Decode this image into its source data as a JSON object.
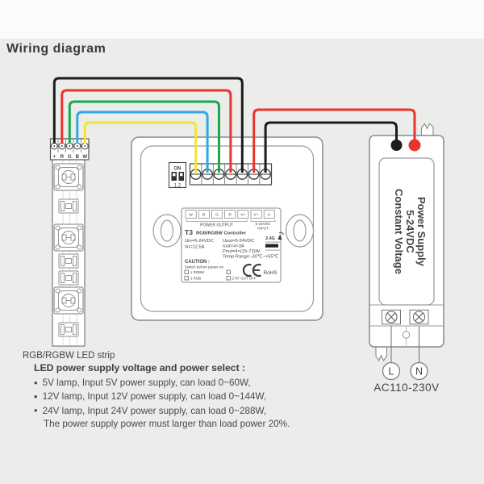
{
  "title": "Wiring diagram",
  "led_strip": {
    "caption": "RGB/RGBW LED strip",
    "pin_labels": [
      "+",
      "R",
      "G",
      "B",
      "W"
    ]
  },
  "controller": {
    "dip": {
      "on_label": "ON",
      "numbers": "1 2"
    },
    "terminals": [
      "W",
      "B",
      "G",
      "R",
      "V+",
      "V+",
      "V-"
    ],
    "power_output_label": "POWER OUTPUT",
    "input_line1": "5-24VDC",
    "input_line2": "INPUT",
    "model": "T3",
    "model_suffix": "RGB/RGBW Controller",
    "specs_left": [
      "Uin=5-24VDC",
      "Iin=12.5A"
    ],
    "specs_right": [
      "Uout=5-24VDC",
      "Iout=4×3A",
      "Pout=4×(15-72)W",
      "Temp Range:-30℃~+55℃"
    ],
    "rf_label": "2.4G",
    "caution_title": "CAUTION :",
    "caution_line": "Switch before power on",
    "dip_legend": [
      "1 RGBW",
      "1 RGB",
      "2 RF OUT OFF"
    ],
    "rohs": "RoHS"
  },
  "power_supply": {
    "label_lines": [
      "Power Supply",
      "5-24VDC",
      "Constant Voltage"
    ],
    "l_label": "L",
    "n_label": "N",
    "ac_label": "AC110-230V"
  },
  "notes": {
    "heading": "LED power supply voltage and power select :",
    "bullets": [
      "5V lamp, Input 5V power supply, can load 0~60W,",
      "12V lamp, Input 12V power supply, can load 0~144W,",
      "24V lamp, Input 24V power supply, can load 0~288W,"
    ],
    "footnote": "The power supply power must larger than load power 20%."
  },
  "colors": {
    "wire_black": "#1c1c1c",
    "wire_red": "#e8352e",
    "wire_green": "#19a94c",
    "wire_blue": "#2fa9e1",
    "wire_yellow": "#f2e437",
    "l_red": "#e0474c",
    "n_dark": "#3f3f3f"
  }
}
